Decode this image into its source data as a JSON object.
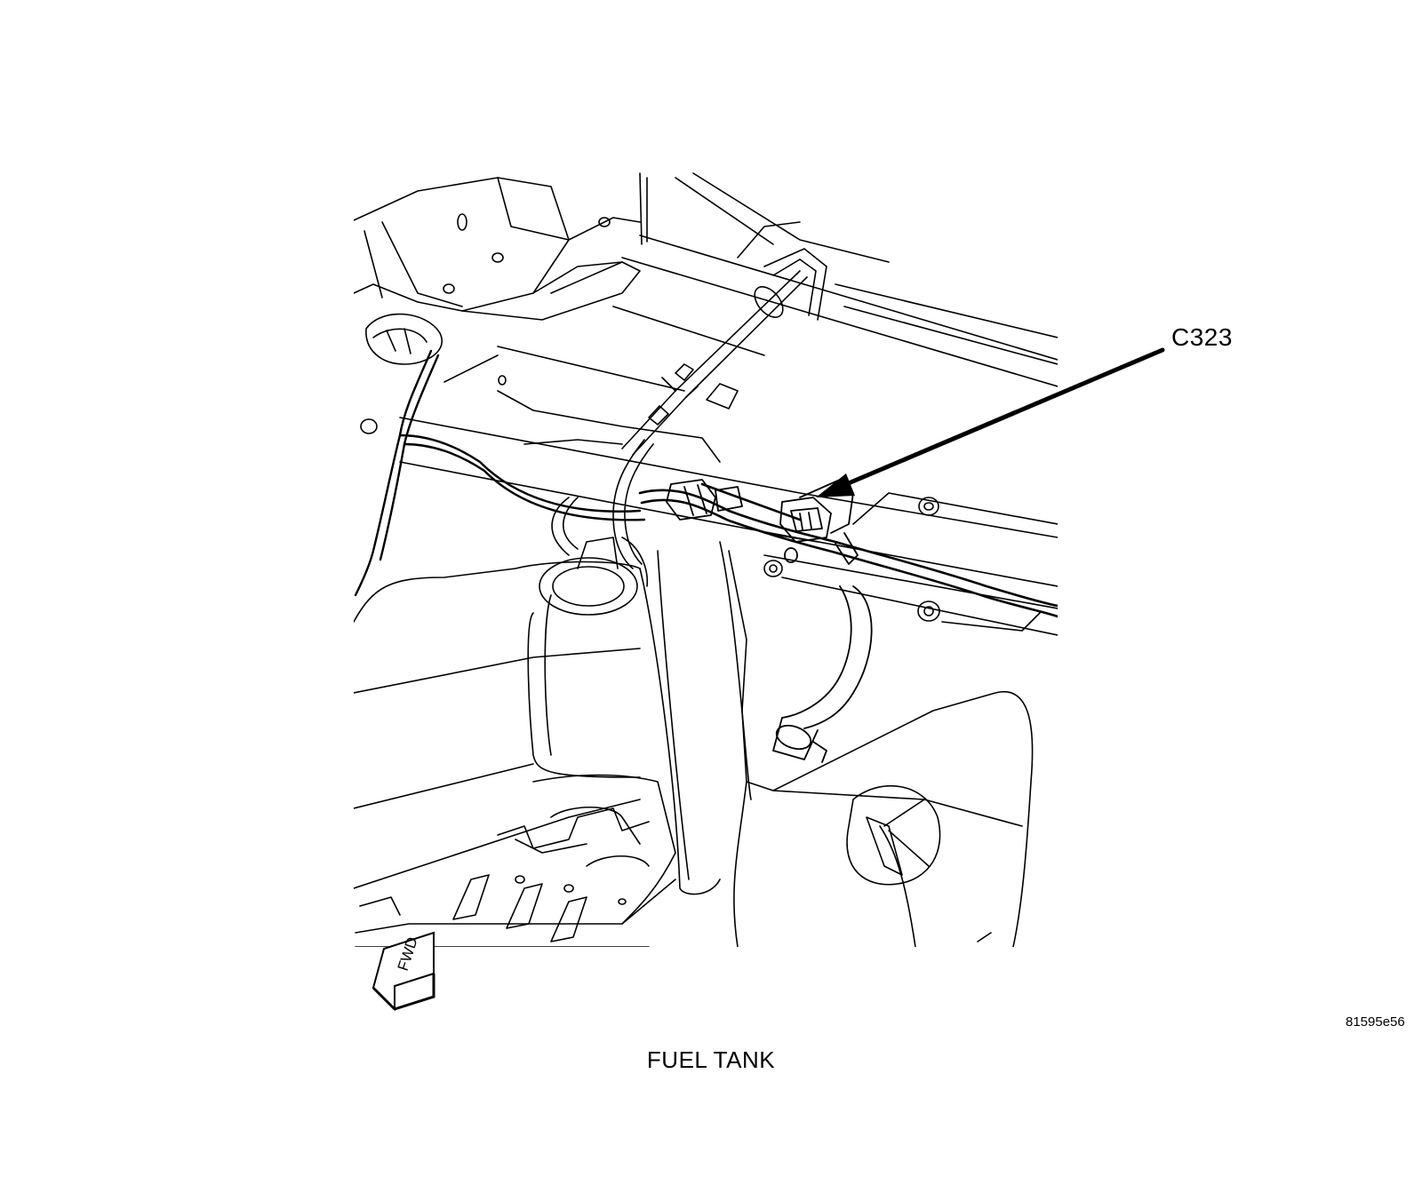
{
  "diagram": {
    "callout_label": "C323",
    "image_id": "81595e56",
    "caption": "FUEL TANK",
    "fwd_label": "FWD"
  },
  "colors": {
    "line": "#000000",
    "background": "#ffffff"
  }
}
